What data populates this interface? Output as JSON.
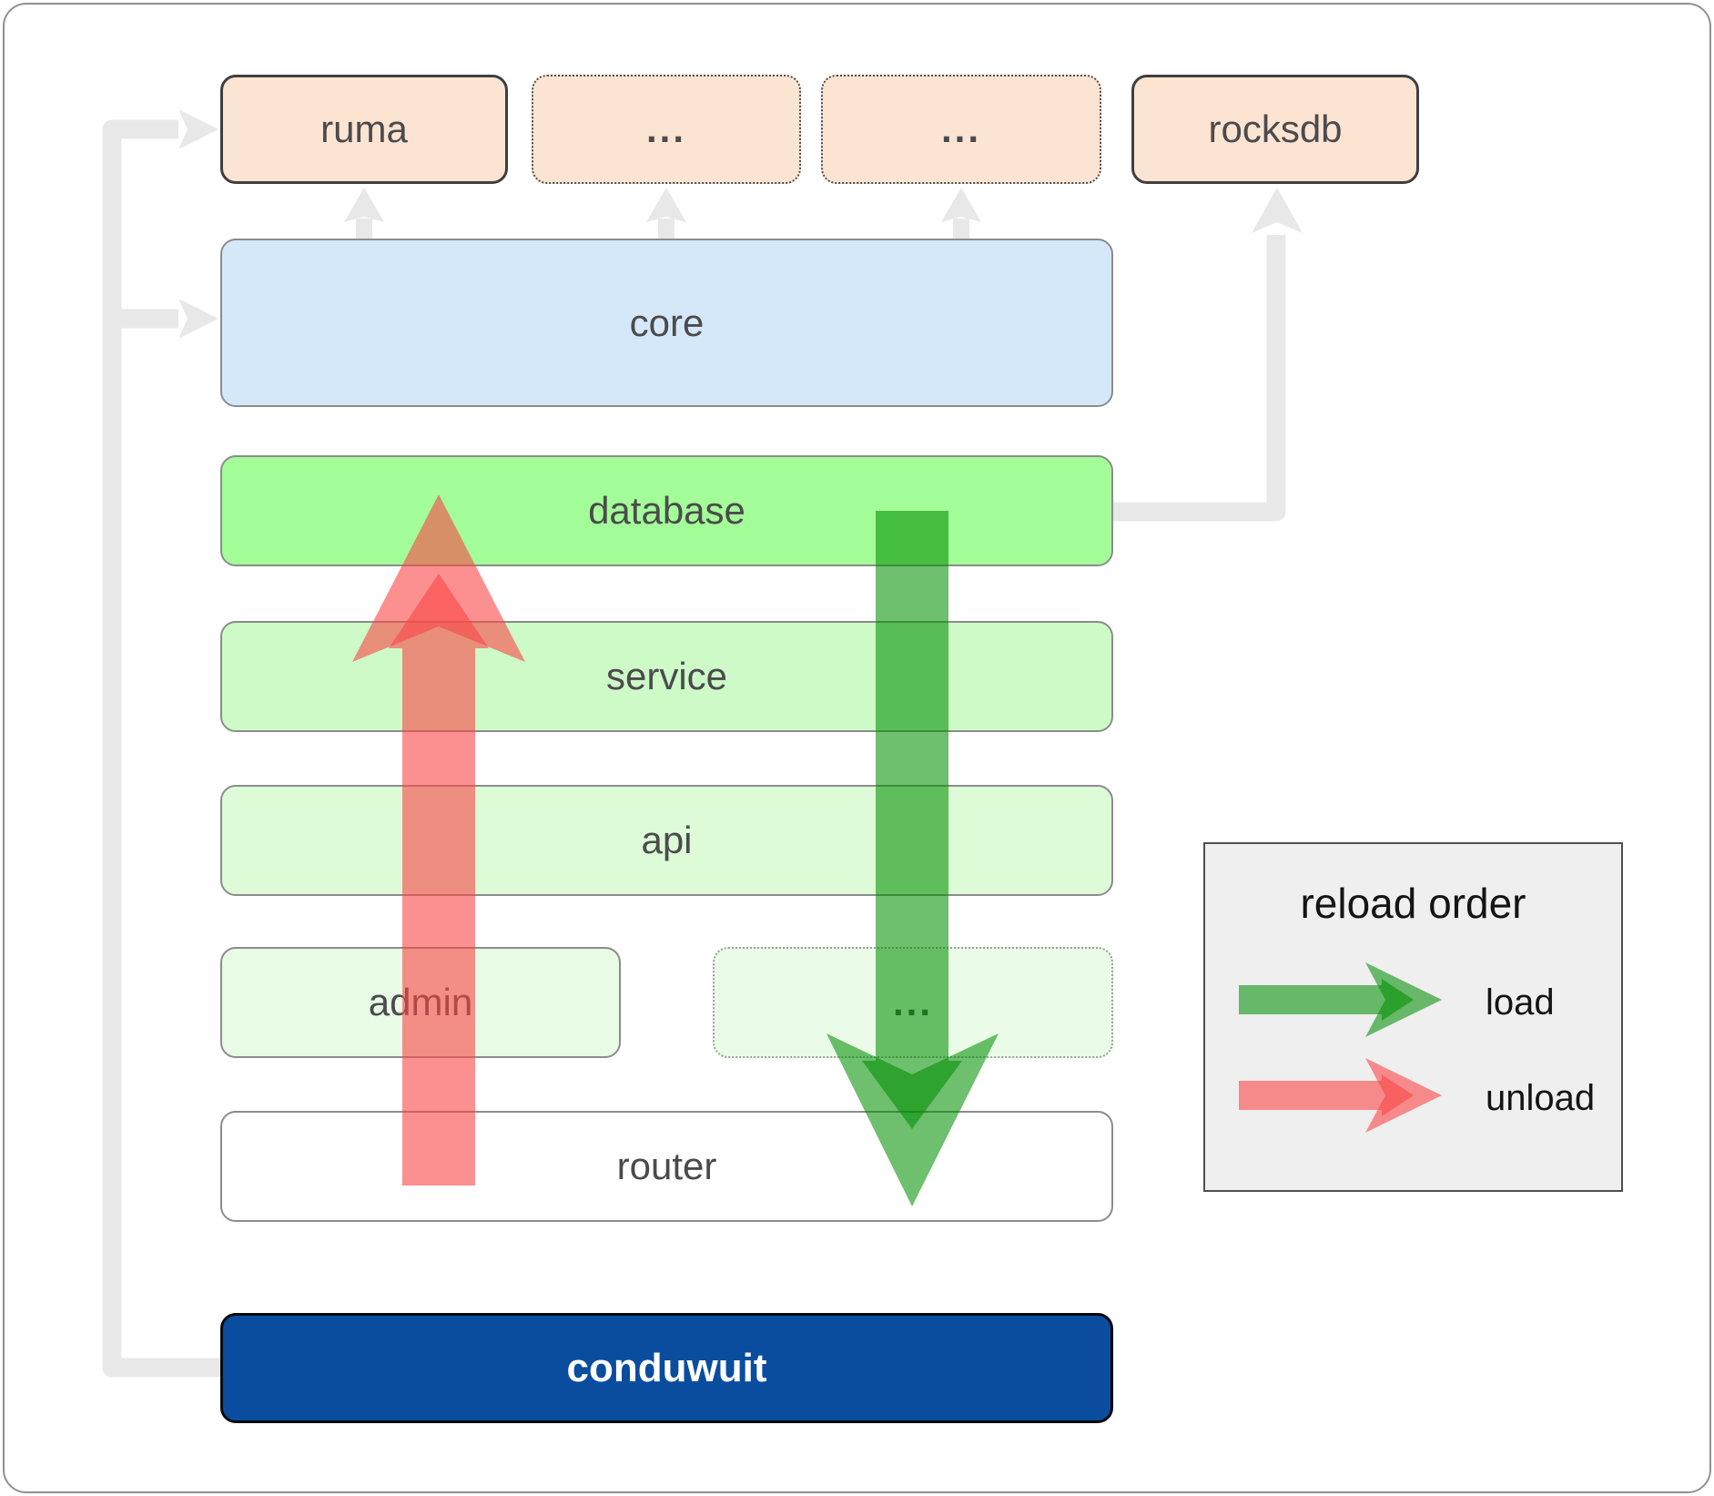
{
  "diagram": {
    "top_row": [
      {
        "label": "ruma"
      },
      {
        "label": "..."
      },
      {
        "label": "..."
      },
      {
        "label": "rocksdb"
      }
    ],
    "core_label": "core",
    "database_label": "database",
    "service_label": "service",
    "api_label": "api",
    "admin_label": "admin",
    "admin_more_label": "...",
    "router_label": "router",
    "app_label": "conduwuit"
  },
  "legend": {
    "title": "reload order",
    "load_label": "load",
    "unload_label": "unload"
  },
  "colors": {
    "load_arrow": "#008e00",
    "unload_arrow": "#fa4646",
    "connector_grey": "#e8e8e8",
    "peach_box": "#fce4d2",
    "core_blue": "#d5e8fa",
    "database_green": "#a3fd98",
    "service_green": "#cdfac7",
    "api_green": "#dcfbd6",
    "admin_green": "#e8fbe5",
    "router_white": "#ffffff",
    "conduwuit_blue": "#0a4d9e"
  }
}
